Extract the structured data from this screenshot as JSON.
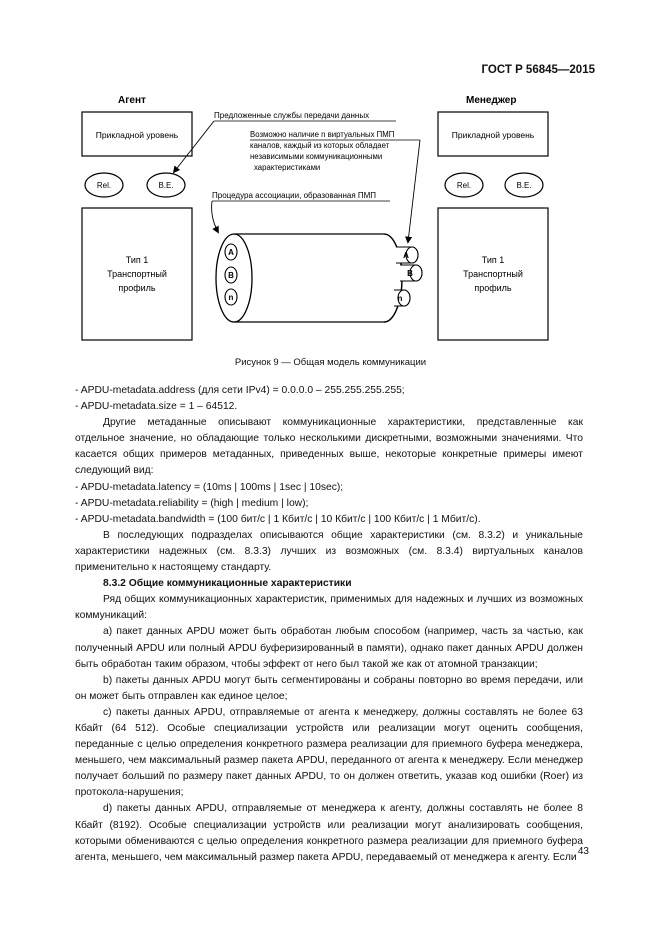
{
  "header": {
    "standard": "ГОСТ Р 56845—2015"
  },
  "figure": {
    "agent": "Агент",
    "manager": "Менеджер",
    "app_layer": "Прикладной уровень",
    "rel": "Rel.",
    "be": "B.E.",
    "transport_lines": [
      "Тип 1",
      "Транспортный",
      "профиль"
    ],
    "ann_services": "Предложенные службы передачи данных",
    "ann_channels": [
      "Возможно наличие n виртуальных ПМП",
      "каналов, каждый из которых обладает",
      "независимыми коммуникационными",
      "характеристиками"
    ],
    "ann_procedure": "Процедура ассоциации, образованная ПМП",
    "channel_a": "A",
    "channel_b": "B",
    "channel_n": "n"
  },
  "caption": "Рисунок 9 — Общая модель коммуникации",
  "body": [
    {
      "cls": "li",
      "text": "- APDU-metadata.address (для сети IPv4) = 0.0.0.0 – 255.255.255.255;"
    },
    {
      "cls": "li",
      "text": "- APDU-metadata.size = 1 – 64512."
    },
    {
      "cls": "ind",
      "text": "Другие метаданные описывают коммуникационные характеристики, представленные как отдельное значение, но обладающие только несколькими дискретными, возможными значениями. Что касается общих примеров метаданных, приведенных выше, некоторые конкретные примеры имеют следующий вид:"
    },
    {
      "cls": "li",
      "text": "- APDU-metadata.latency = (10ms | 100ms | 1sec | 10sec);"
    },
    {
      "cls": "li",
      "text": "- APDU-metadata.reliability = (high | medium | low);"
    },
    {
      "cls": "li",
      "text": "- APDU-metadata.bandwidth = (100 бит/с | 1 Кбит/с | 10 Кбит/с | 100 Кбит/с | 1 Мбит/с)."
    },
    {
      "cls": "ind",
      "text": "В последующих подразделах описываются общие характеристики (см. 8.3.2) и уникальные характеристики надежных (см. 8.3.3) лучших из возможных (см. 8.3.4) виртуальных каналов применительно к настоящему стандарту."
    },
    {
      "cls": "ind",
      "bold": true,
      "text": "8.3.2 Общие коммуникационные характеристики"
    },
    {
      "cls": "ind",
      "text": "Ряд общих коммуникационных характеристик, применимых для надежных и лучших из возможных коммуникаций:"
    },
    {
      "cls": "ind",
      "text": "а) пакет данных APDU может быть обработан любым способом (например, часть за частью, как полученный APDU или полный APDU буферизированный в памяти), однако пакет данных APDU должен быть обработан таким образом, чтобы эффект от него был такой же как от атомной транзакции;"
    },
    {
      "cls": "ind",
      "text": "b) пакеты данных APDU могут быть сегментированы и собраны повторно во время передачи, или он может быть отправлен как единое целое;"
    },
    {
      "cls": "ind",
      "text": "c) пакеты данных APDU, отправляемые от агента к менеджеру, должны составлять не более 63 Кбайт (64 512). Особые специализации устройств или реализации могут оценить сообщения, переданные с целью определения конкретного размера реализации для приемного буфера менеджера, меньшего, чем максимальный размер пакета APDU, переданного от агента к менеджеру. Если менеджер получает больший по размеру пакет данных APDU, то он должен ответить, указав код ошибки (Roer) из протокола-нарушения;"
    },
    {
      "cls": "ind",
      "text": "d) пакеты данных APDU, отправляемые от менеджера к агенту, должны составлять не более 8 Кбайт (8192). Особые специализации устройств или реализации могут анализировать сообщения, которыми обмениваются с целью определения конкретного размера реализации для приемного буфера агента, меньшего, чем максимальный размер пакета APDU, передаваемый от менеджера к агенту. Если"
    }
  ],
  "page_number": "43"
}
